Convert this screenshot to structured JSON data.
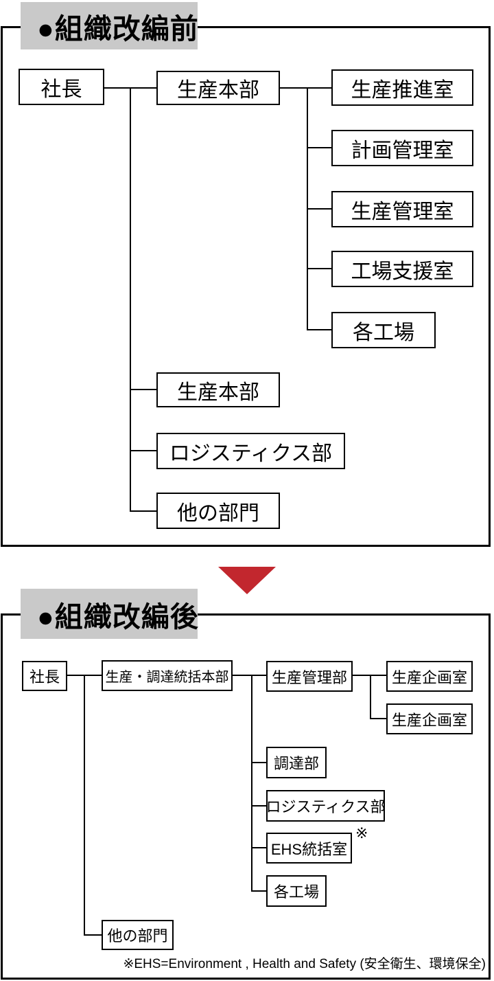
{
  "colors": {
    "title_bg": "#C9C9C9",
    "arrow_red": "#C2272E",
    "line_black": "#000000",
    "box_bg": "#FFFFFF"
  },
  "arrow": {
    "icon": "down-triangle",
    "color": "#C2272E"
  },
  "before": {
    "title": "●組織改編前",
    "president": "社長",
    "hq": "生産本部",
    "hq_children": [
      "生産推進室",
      "計画管理室",
      "生産管理室",
      "工場支援室",
      "各工場"
    ],
    "other_depts": [
      "生産本部",
      "ロジスティクス部",
      "他の部門"
    ]
  },
  "after": {
    "title": "●組織改編後",
    "president": "社長",
    "hq": "生産・調達統括本部",
    "dept": "生産管理部",
    "dept_children": [
      "生産企画室",
      "生産企画室"
    ],
    "hq_children": [
      "調達部",
      "ロジスティクス部",
      "EHS統括室",
      "各工場"
    ],
    "ehs_ref_mark": "※",
    "other_dept": "他の部門"
  },
  "footnote": "※EHS=Environment , Health and Safety (安全衛生、環境保全)"
}
